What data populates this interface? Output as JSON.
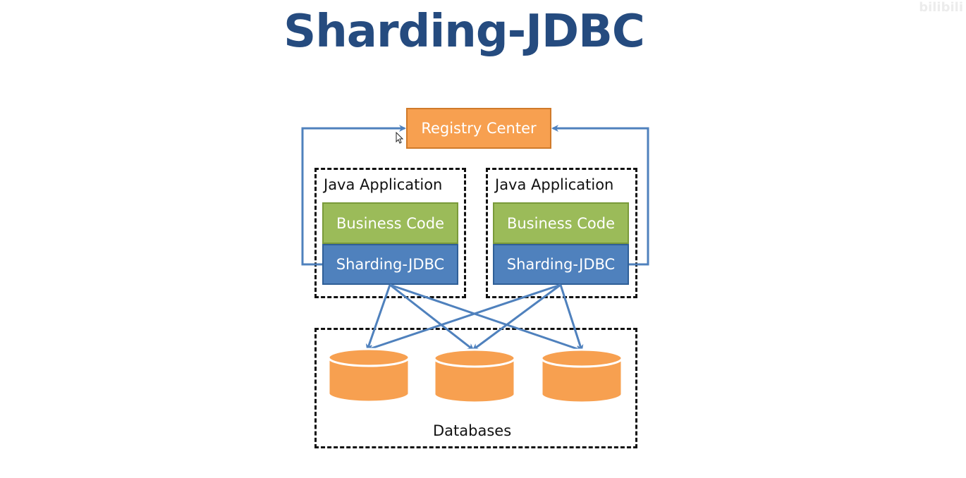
{
  "title": "Sharding-JDBC",
  "watermark": "bilibili",
  "registry": {
    "label": "Registry Center"
  },
  "apps": [
    {
      "group_label": "Java Application",
      "business_label": "Business Code",
      "sharding_label": "Sharding-JDBC"
    },
    {
      "group_label": "Java Application",
      "business_label": "Business Code",
      "sharding_label": "Sharding-JDBC"
    }
  ],
  "databases": {
    "label": "Databases",
    "count": 3
  },
  "colors": {
    "title": "#254b7f",
    "registry": "#f7a050",
    "business": "#9bbb59",
    "sharding": "#4f81bd",
    "arrow": "#4f81bd",
    "database": "#f7a050"
  },
  "icons": [
    "arrow-icon",
    "database-icon",
    "mouse-cursor-icon"
  ]
}
